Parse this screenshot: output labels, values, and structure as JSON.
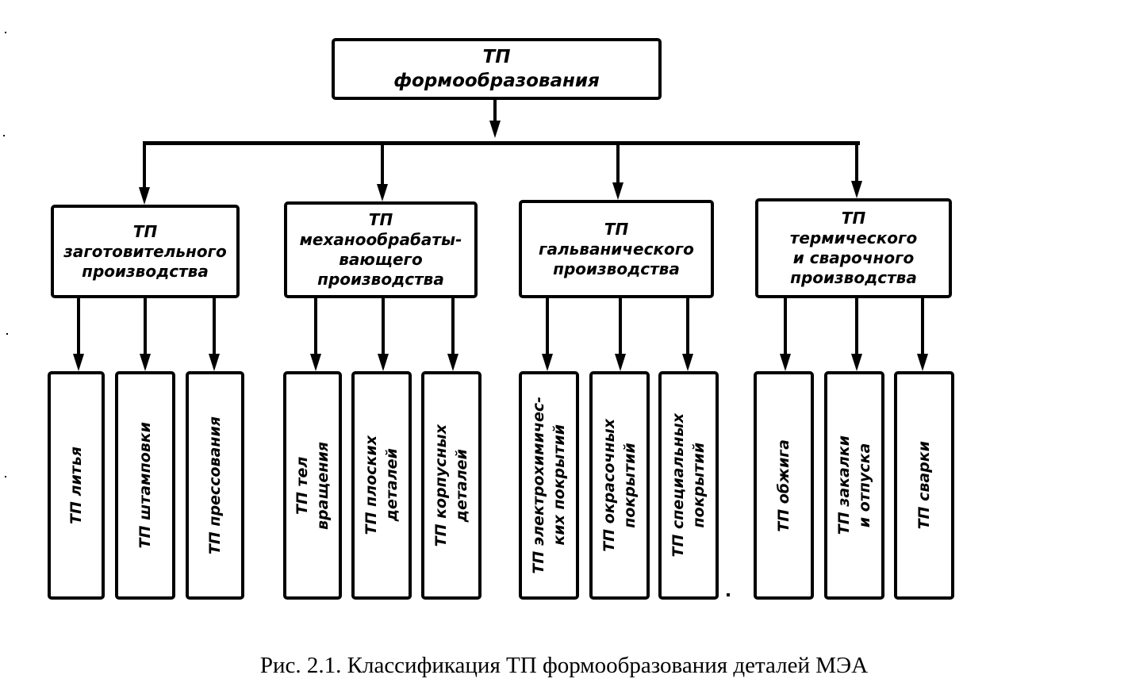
{
  "diagram": {
    "colors": {
      "ink": "#000000",
      "background": "#ffffff"
    },
    "root": {
      "label": "ТП\nформообразования"
    },
    "categories": [
      {
        "label": "ТП\nзаготовительного\nпроизводства",
        "children": [
          {
            "label": "ТП литья"
          },
          {
            "label": "ТП штамповки"
          },
          {
            "label": "ТП прессования"
          }
        ]
      },
      {
        "label": "ТП\nмеханообрабаты-\nвающего\nпроизводства",
        "children": [
          {
            "label": "ТП тел\nвращения"
          },
          {
            "label": "ТП плоских\nдеталей"
          },
          {
            "label": "ТП корпусных\nдеталей"
          }
        ]
      },
      {
        "label": "ТП\nгальванического\nпроизводства",
        "children": [
          {
            "label": "ТП электрохимичес-\nких покрытий"
          },
          {
            "label": "ТП окрасочных\nпокрытий"
          },
          {
            "label": "ТП специальных\nпокрытий"
          }
        ]
      },
      {
        "label": "ТП\nтермического\nи сварочного\nпроизводства",
        "children": [
          {
            "label": "ТП обжига"
          },
          {
            "label": "ТП закалки\nи отпуска"
          },
          {
            "label": "ТП сварки"
          }
        ]
      }
    ]
  },
  "caption": "Рис. 2.1. Классификация ТП формообразования деталей МЭА"
}
